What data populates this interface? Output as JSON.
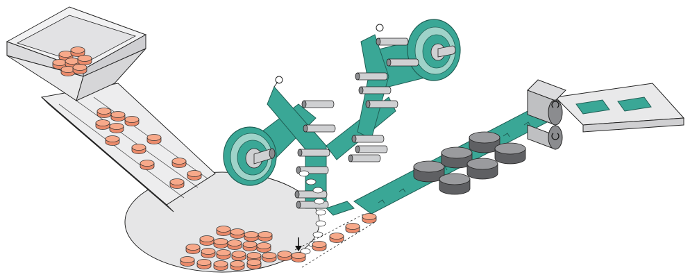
{
  "diagram": {
    "colors": {
      "background": "#ffffff",
      "outline": "#222222",
      "table_fill": "#e6e6e7",
      "hopper_fill": "#e9e9ea",
      "tablet_fill": "#f7a98a",
      "tablet_side": "#ea8a6a",
      "film_fill": "#3aa796",
      "film_dark": "#1f7f70",
      "film_light": "#9fd3c9",
      "roller_fill": "#cfd0d2",
      "roller_dark": "#8b8c8f",
      "steel_top": "#9a9b9e",
      "steel_side": "#5f6063"
    },
    "parts": [
      "tablet-hopper",
      "vibratory-feed-chute",
      "rotary-feed-table",
      "upper-film-reel",
      "lower-film-reel",
      "film-guide-rollers",
      "film-strip",
      "sealing-rollers",
      "pressure-weights",
      "cutter-head",
      "discharge-chute"
    ]
  }
}
